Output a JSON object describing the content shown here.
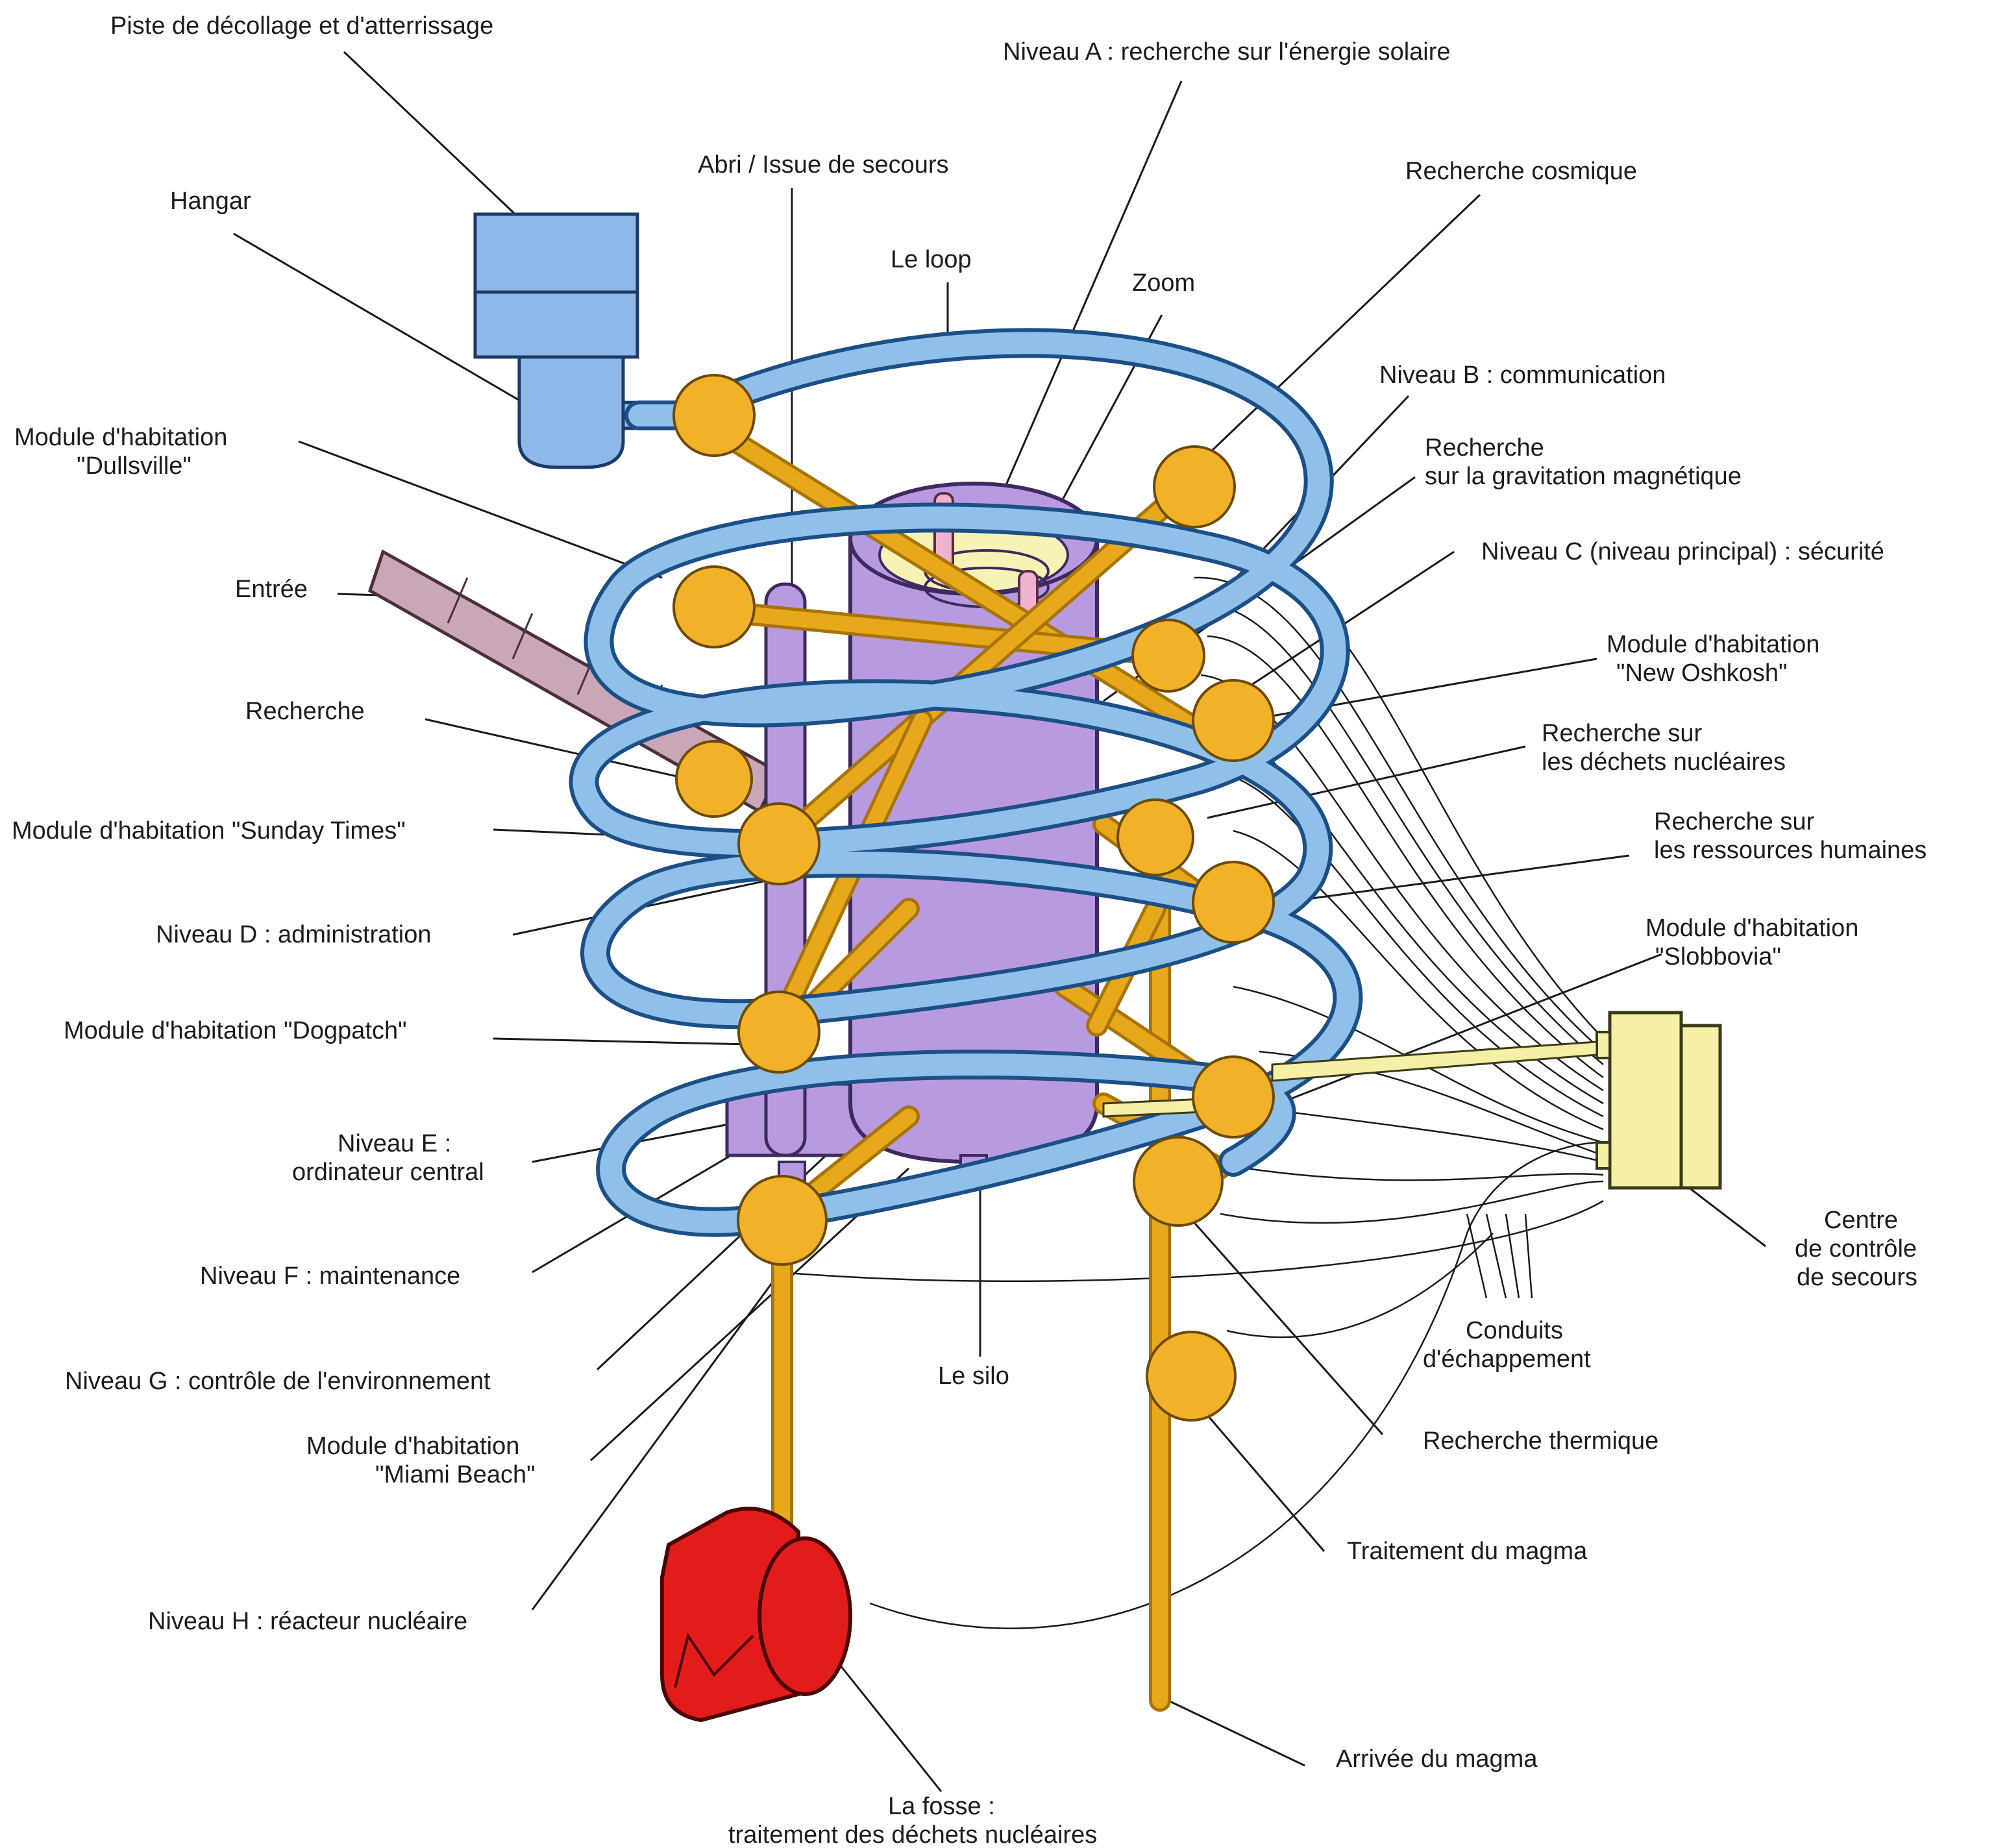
{
  "colors": {
    "tube": "#8fc0ea",
    "tube_outline": "#1b4f86",
    "module": "#f1b22a",
    "rod": "#e7a91b",
    "silo": "#b89ae0",
    "hangar": "#8fb8e8",
    "control_center": "#f6f0a6",
    "reactor_pit": "#e21b1b",
    "entrance": "#c9a7b9"
  },
  "labels": {
    "piste": "Piste de décollage et d'atterrissage",
    "niveau_a": "Niveau A : recherche sur l'énergie solaire",
    "abri": "Abri / Issue de secours",
    "recherche_cosmique": "Recherche cosmique",
    "hangar": "Hangar",
    "le_loop": "Le loop",
    "zoom": "Zoom",
    "niveau_b": "Niveau B : communication",
    "dullsville": [
      "Module d'habitation",
      "\"Dullsville\""
    ],
    "gravitation": [
      "Recherche",
      "sur la gravitation magnétique"
    ],
    "niveau_c": "Niveau C (niveau principal) : sécurité",
    "entree": "Entrée",
    "new_oshkosh": [
      "Module d'habitation",
      "\"New Oshkosh\""
    ],
    "recherche": "Recherche",
    "dechets": [
      "Recherche sur",
      "les déchets nucléaires"
    ],
    "sunday_times": "Module d'habitation \"Sunday Times\"",
    "ressources": [
      "Recherche sur",
      "les ressources humaines"
    ],
    "niveau_d": "Niveau D : administration",
    "slobbovia": [
      "Module d'habitation",
      "\"Slobbovia\""
    ],
    "dogpatch": "Module d'habitation \"Dogpatch\"",
    "niveau_e": [
      "Niveau E :",
      "ordinateur central"
    ],
    "centre_controle": [
      "Centre",
      "de contrôle",
      "de secours"
    ],
    "niveau_f": "Niveau F : maintenance",
    "conduits": [
      "Conduits",
      "d'échappement"
    ],
    "niveau_g": "Niveau G : contrôle de l'environnement",
    "le_silo": "Le silo",
    "miami_beach": [
      "Module d'habitation",
      "\"Miami Beach\""
    ],
    "recherche_thermique": "Recherche thermique",
    "traitement_magma": "Traitement du magma",
    "niveau_h": "Niveau H : réacteur nucléaire",
    "arrivee_magma": "Arrivée du magma",
    "la_fosse": [
      "La fosse :",
      "traitement des déchets nucléaires"
    ]
  }
}
